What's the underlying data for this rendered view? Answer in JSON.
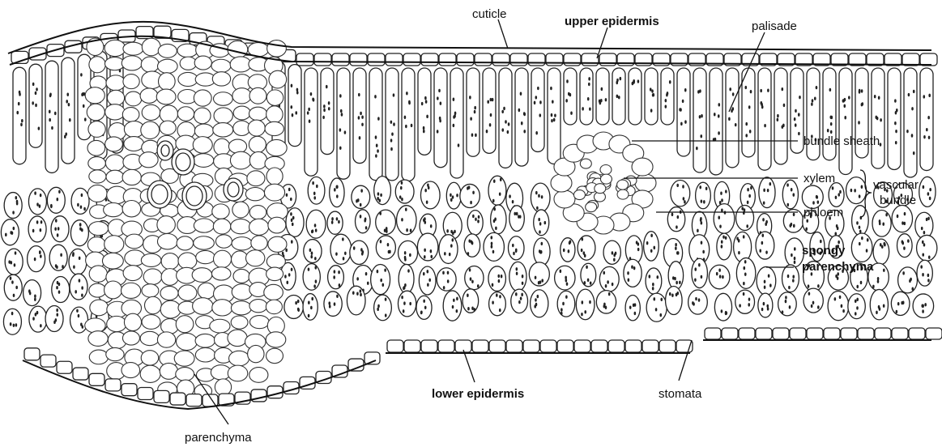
{
  "labels": {
    "cuticle": "cuticle",
    "upper_epidermis": "upper epidermis",
    "palisade": "palisade",
    "bundle_sheath": "bundle sheath",
    "xylem": "xylem",
    "phloem": "phloem",
    "vascular_bundle_line1": "vascular",
    "vascular_bundle_line2": "bundle",
    "spongy_line1": "spongy",
    "spongy_line2": "parenchyma",
    "lower_epidermis": "lower epidermis",
    "stomata": "stomata",
    "parenchyma": "parenchyma"
  },
  "colors": {
    "ink": "#111111",
    "background": "#ffffff"
  }
}
